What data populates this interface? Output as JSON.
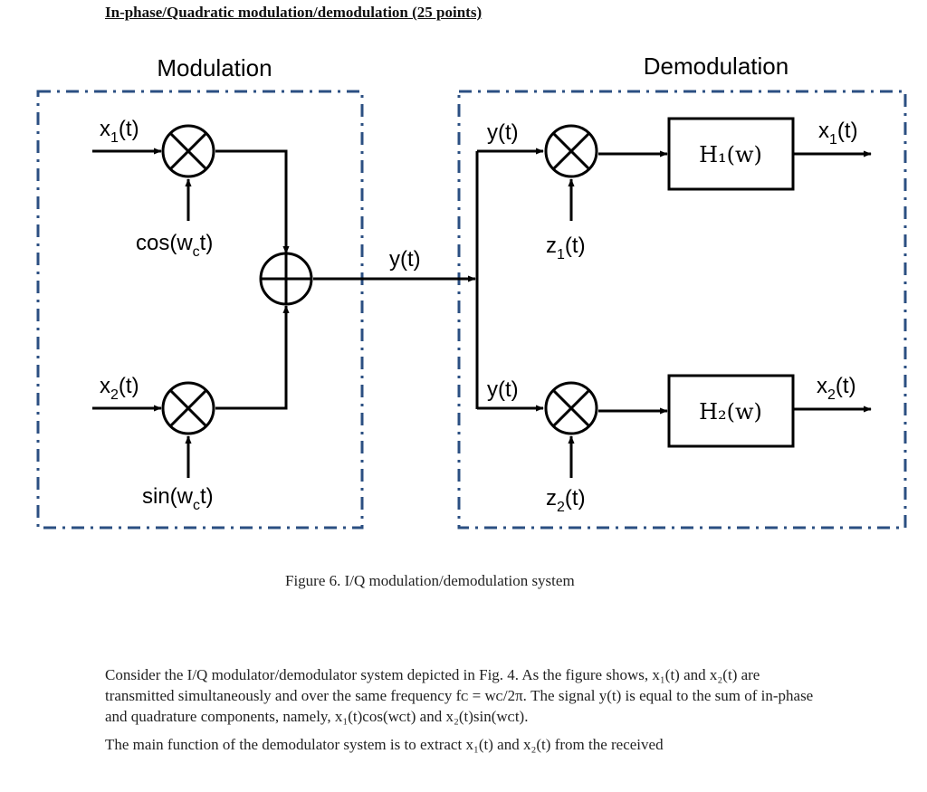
{
  "heading": "In-phase/Quadratic modulation/demodulation (25 points)",
  "diagram": {
    "modulation_title": "Modulation",
    "demodulation_title": "Demodulation",
    "mod_input_1": {
      "base": "x",
      "sub": "1",
      "tail": "(t)"
    },
    "mod_input_2": {
      "base": "x",
      "sub": "2",
      "tail": "(t)"
    },
    "carrier_cos": {
      "base": "cos(w",
      "sub": "c",
      "tail": "t)"
    },
    "carrier_sin": {
      "base": "sin(w",
      "sub": "c",
      "tail": "t)"
    },
    "channel_signal": "y(t)",
    "demod_input_upper": "y(t)",
    "demod_input_lower": "y(t)",
    "local_osc_1": {
      "base": "z",
      "sub": "1",
      "tail": "(t)"
    },
    "local_osc_2": {
      "base": "z",
      "sub": "2",
      "tail": "(t)"
    },
    "filter_1": "H₁(w)",
    "filter_2": "H₂(w)",
    "demod_output_1": {
      "base": "x",
      "sub": "1",
      "tail": "(t)"
    },
    "demod_output_2": {
      "base": "x",
      "sub": "2",
      "tail": "(t)"
    }
  },
  "caption": "Figure 6. I/Q modulation/demodulation system",
  "paragraph_1": "Consider the I/Q modulator/demodulator system depicted in Fig. 4. As the figure shows, x₁(t) and x₂(t) are transmitted simultaneously and over the same frequency fᴄ = wᴄ/2π. The signal y(t) is equal to the sum of in-phase and quadrature components, namely, x₁(t)cos(wᴄt) and x₂(t)sin(wᴄt).",
  "paragraph_2": "The main function of the demodulator system is to extract  x₁(t) and x₂(t) from the received"
}
